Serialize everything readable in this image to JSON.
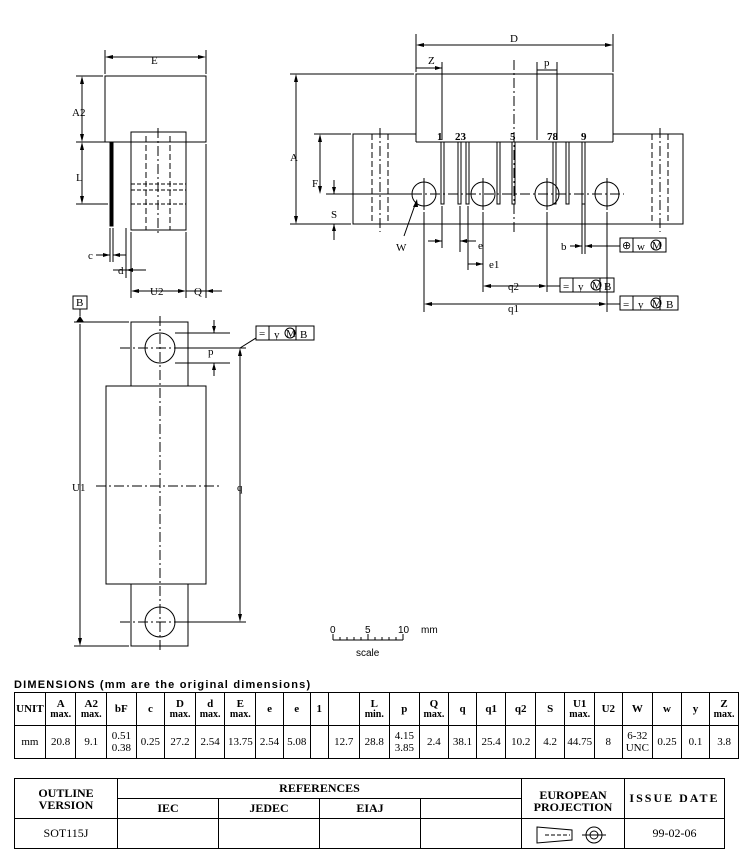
{
  "labels": {
    "E": "E",
    "A2": "A2",
    "L": "L",
    "c": "c",
    "d": "d",
    "U2": "U2",
    "Q": "Q",
    "B": "B",
    "U1": "U1",
    "p": "p",
    "q": "q",
    "D": "D",
    "Z": "Z",
    "A": "A",
    "F": "F",
    "S": "S",
    "W": "W",
    "e": "e",
    "e1": "e1",
    "b": "b",
    "q2": "q2",
    "q1": "q1",
    "pin1": "1",
    "pin23": "23",
    "pin5": "5",
    "pin78": "78",
    "pin9": "9"
  },
  "tolerance_frames": {
    "w": {
      "symbol": "⊕",
      "value": "w",
      "mod": "M"
    },
    "y": {
      "symbol": "=",
      "value": "y",
      "mod": "M",
      "datum": "B"
    }
  },
  "scale": {
    "ticks": [
      "0",
      "5",
      "10"
    ],
    "unit": "mm",
    "caption": "scale"
  },
  "dimensions": {
    "title": "DIMENSIONS (mm are the original dimensions)",
    "headers": [
      {
        "t": "UNIT"
      },
      {
        "t": "A",
        "s": "max."
      },
      {
        "t": "A2",
        "s": "max."
      },
      {
        "t": "bF"
      },
      {
        "t": "c"
      },
      {
        "t": "D",
        "s": "max."
      },
      {
        "t": "d",
        "s": "max."
      },
      {
        "t": "E",
        "s": "max."
      },
      {
        "t": "e"
      },
      {
        "t": "e"
      },
      {
        "t": "1"
      },
      {
        "t": ""
      },
      {
        "t": "L",
        "s": "min."
      },
      {
        "t": "p"
      },
      {
        "t": "Q",
        "s": "max."
      },
      {
        "t": "q"
      },
      {
        "t": "q1"
      },
      {
        "t": "q2"
      },
      {
        "t": "S"
      },
      {
        "t": "U1",
        "s": "max."
      },
      {
        "t": "U2"
      },
      {
        "t": "W"
      },
      {
        "t": "w"
      },
      {
        "t": "y"
      },
      {
        "t": "Z",
        "s": "max."
      }
    ],
    "values": [
      "mm",
      "20.8",
      "9.1",
      [
        "0.51",
        "0.38"
      ],
      "0.25",
      "27.2",
      "2.54",
      "13.75",
      "2.54",
      "5.08",
      "",
      "12.7",
      "28.8",
      [
        "4.15",
        "3.85"
      ],
      "2.4",
      "38.1",
      "25.4",
      "10.2",
      "4.2",
      "44.75",
      "8",
      [
        "6-32",
        "UNC"
      ],
      "0.25",
      "0.1",
      "3.8"
    ]
  },
  "references": {
    "outline_label": [
      "OUTLINE",
      "VERSION"
    ],
    "references_label": "REFERENCES",
    "iec": "IEC",
    "jedec": "JEDEC",
    "eiaj": "EIAJ",
    "projection_label": [
      "EUROPEAN",
      "PROJECTION"
    ],
    "issue_label": "ISSUE DATE",
    "outline_value": "SOT115J",
    "issue_value": "99-02-06"
  }
}
